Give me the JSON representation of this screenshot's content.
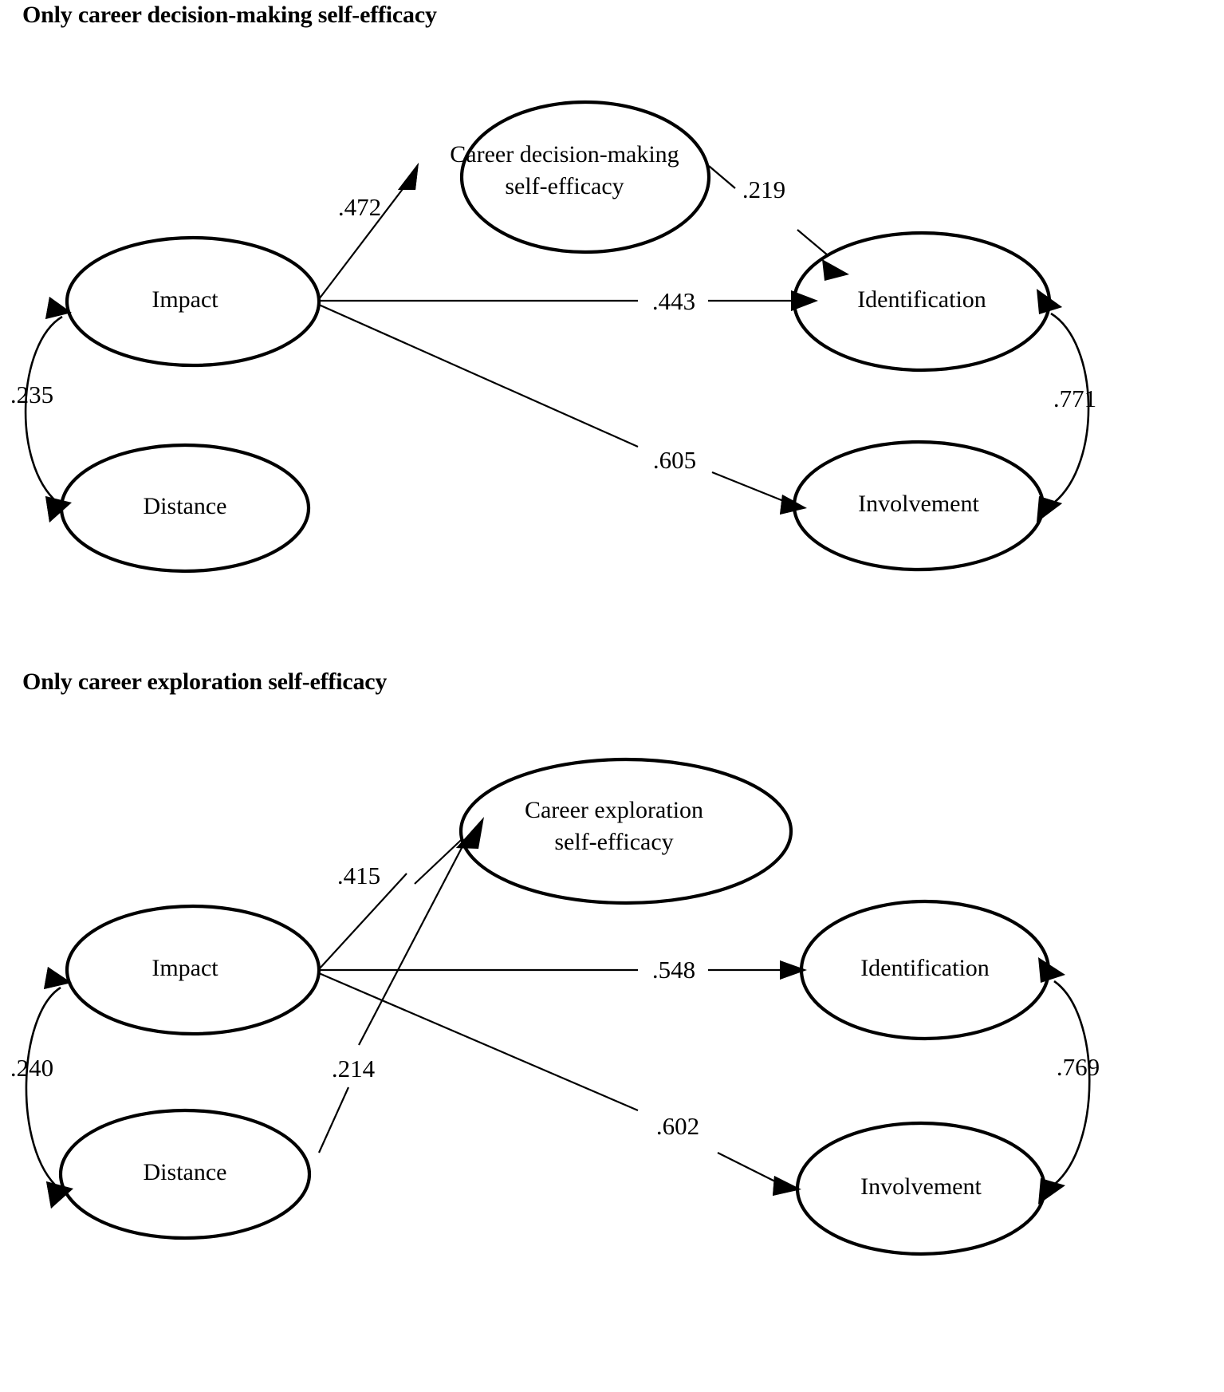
{
  "figure": {
    "type": "path-diagram",
    "background": "#ffffff",
    "line_color": "#000000",
    "panel_count": 2
  },
  "panels": [
    {
      "id": "panel-1",
      "title": "Only career decision-making self-efficacy",
      "nodes": {
        "impact": "Impact",
        "distance": "Distance",
        "mediator_line1": "Career decision-making",
        "mediator_line2": "self-efficacy",
        "identification": "Identification",
        "involvement": "Involvement"
      },
      "coefficients": {
        "impact_to_mediator": ".472",
        "mediator_to_identification": ".219",
        "impact_to_identification": ".443",
        "impact_to_involvement": ".605",
        "impact_distance_covariance": ".235",
        "identification_involvement_covariance": ".771"
      }
    },
    {
      "id": "panel-2",
      "title": "Only career exploration self-efficacy",
      "nodes": {
        "impact": "Impact",
        "distance": "Distance",
        "mediator_line1": "Career exploration",
        "mediator_line2": "self-efficacy",
        "identification": "Identification",
        "involvement": "Involvement"
      },
      "coefficients": {
        "impact_to_mediator": ".415",
        "distance_to_mediator": ".214",
        "impact_to_identification": ".548",
        "impact_to_involvement": ".602",
        "impact_distance_covariance": ".240",
        "identification_involvement_covariance": ".769"
      }
    }
  ],
  "chart_data": {
    "type": "diagram",
    "title": "Structural equation model path diagrams",
    "models": [
      {
        "name": "Only career decision-making self-efficacy",
        "latent_variables": [
          "Impact",
          "Distance",
          "Career decision-making self-efficacy",
          "Identification",
          "Involvement"
        ],
        "directed_paths": [
          {
            "from": "Impact",
            "to": "Career decision-making self-efficacy",
            "estimate": 0.472,
            "label": ".472"
          },
          {
            "from": "Career decision-making self-efficacy",
            "to": "Identification",
            "estimate": 0.219,
            "label": ".219"
          },
          {
            "from": "Impact",
            "to": "Identification",
            "estimate": 0.443,
            "label": ".443"
          },
          {
            "from": "Impact",
            "to": "Involvement",
            "estimate": 0.605,
            "label": ".605"
          }
        ],
        "covariances": [
          {
            "between": [
              "Impact",
              "Distance"
            ],
            "estimate": 0.235,
            "label": ".235"
          },
          {
            "between": [
              "Identification",
              "Involvement"
            ],
            "estimate": 0.771,
            "label": ".771"
          }
        ]
      },
      {
        "name": "Only career exploration self-efficacy",
        "latent_variables": [
          "Impact",
          "Distance",
          "Career exploration self-efficacy",
          "Identification",
          "Involvement"
        ],
        "directed_paths": [
          {
            "from": "Impact",
            "to": "Career exploration self-efficacy",
            "estimate": 0.415,
            "label": ".415"
          },
          {
            "from": "Distance",
            "to": "Career exploration self-efficacy",
            "estimate": 0.214,
            "label": ".214"
          },
          {
            "from": "Impact",
            "to": "Identification",
            "estimate": 0.548,
            "label": ".548"
          },
          {
            "from": "Impact",
            "to": "Involvement",
            "estimate": 0.602,
            "label": ".602"
          }
        ],
        "covariances": [
          {
            "between": [
              "Impact",
              "Distance"
            ],
            "estimate": 0.24,
            "label": ".240"
          },
          {
            "between": [
              "Identification",
              "Involvement"
            ],
            "estimate": 0.769,
            "label": ".769"
          }
        ]
      }
    ]
  }
}
